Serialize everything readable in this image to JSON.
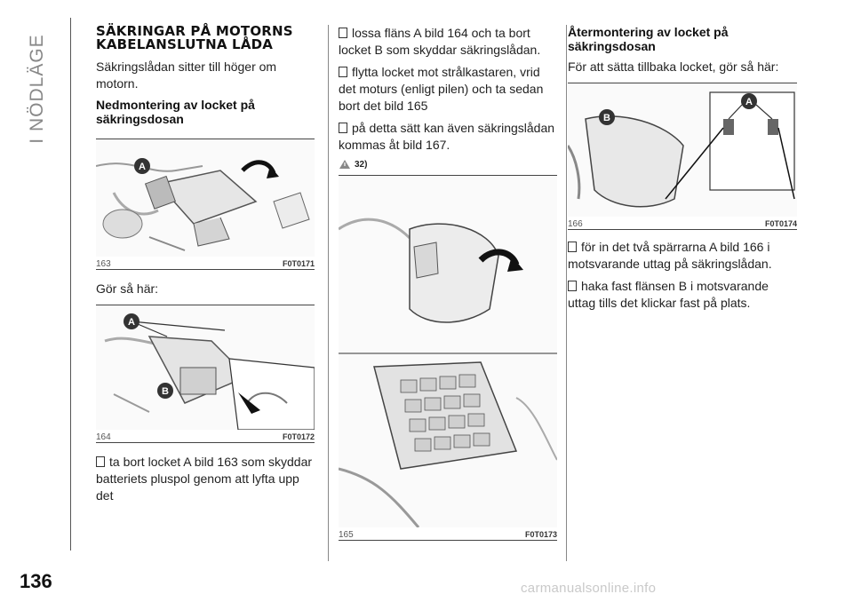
{
  "side_tab": "I NÖDLÄGE",
  "page_number": "136",
  "watermark": "carmanualsonline.info",
  "col1": {
    "title": "SÄKRINGAR PÅ MOTORNS KABELANSLUTNA LÅDA",
    "intro": "Säkringslådan sitter till höger om motorn.",
    "subheading": "Nedmontering av locket på säkringsdosan",
    "fig163": {
      "num": "163",
      "code": "F0T0171"
    },
    "do_this": "Gör så här:",
    "fig164": {
      "num": "164",
      "code": "F0T0172"
    },
    "step1": "ta bort locket A bild 163 som skyddar batteriets pluspol genom att lyfta upp det"
  },
  "col2": {
    "step2": "lossa fläns A bild 164 och ta bort locket B som skyddar säkringslådan.",
    "step3": "flytta locket mot strålkastaren, vrid det moturs (enligt pilen) och ta sedan bort det bild 165",
    "step4": "på detta sätt kan även säkringslådan kommas åt bild 167.",
    "warn_ref": "32)",
    "fig165": {
      "num": "165",
      "code": "F0T0173"
    }
  },
  "col3": {
    "subheading": "Återmontering av locket på säkringsdosan",
    "intro": "För att sätta tillbaka locket, gör så här:",
    "fig166": {
      "num": "166",
      "code": "F0T0174"
    },
    "step1": "för in det två spärrarna A bild 166 i motsvarande uttag på säkringslådan.",
    "step2": "haka fast flänsen B i motsvarande uttag tills det klickar fast på plats."
  }
}
